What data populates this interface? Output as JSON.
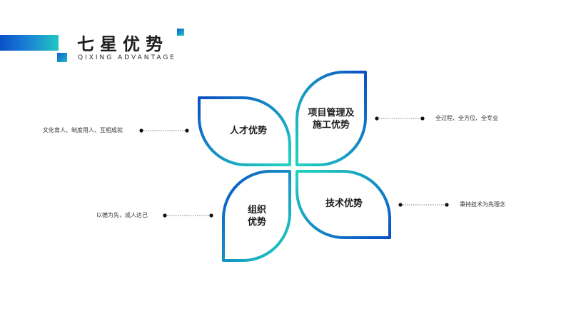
{
  "header": {
    "title": "七星优势",
    "subtitle": "QIXING ADVANTAGE"
  },
  "petals": [
    {
      "label": "人才优势",
      "side_text": "文化育人、制度用人、互相成就"
    },
    {
      "label_lines": [
        "项目管理及",
        "施工优势"
      ],
      "side_text": "全过程、全方位、全专业"
    },
    {
      "label_lines": [
        "组织",
        "优势"
      ],
      "side_text": "以德为先，成人达己"
    },
    {
      "label": "技术优势",
      "side_text": "秉持技术为先理念"
    }
  ],
  "colors": {
    "gradient_start": "#0a4fc6",
    "gradient_end": "#22d3c0",
    "text_dark": "#1d1d1d",
    "connector": "#555555"
  }
}
